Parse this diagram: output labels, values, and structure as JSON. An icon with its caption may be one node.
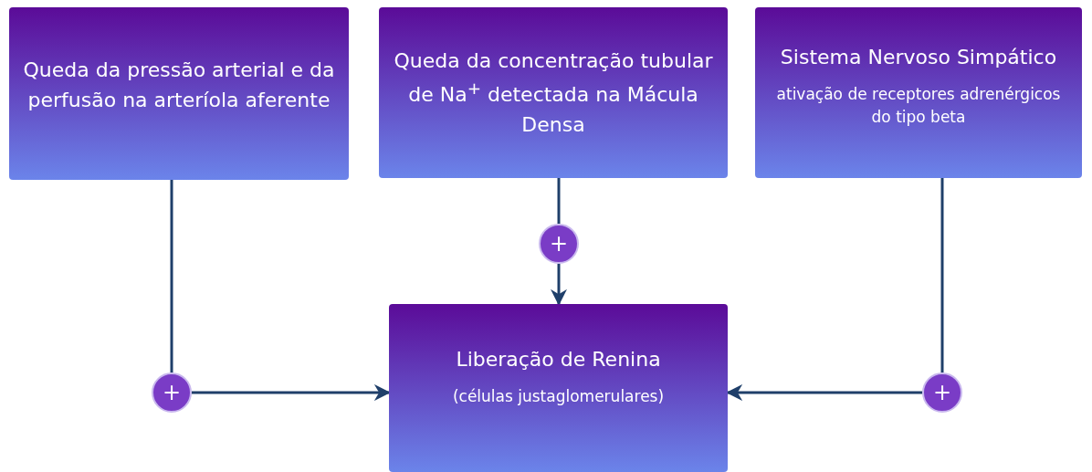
{
  "diagram": {
    "nodes": [
      {
        "text": [
          "Queda da pressão arterial e da perfusão na arteríola aferente"
        ]
      },
      {
        "text": [
          "Queda da concentração tubular de Na$^{+}$ detectada na Mácula Densa"
        ]
      },
      {
        "text": [
          "Sistema Nervoso Simpático",
          "ativação de receptores adrenérgicos do tipo beta"
        ]
      },
      {
        "text": [
          "Liberação de Renina",
          "(células justaglomerulares)"
        ]
      },
      {
        "text": [
          "+"
        ]
      },
      {
        "text": [
          "+"
        ]
      },
      {
        "text": [
          "+"
        ]
      }
    ],
    "edges": [
      {
        "from": 0,
        "to": 4,
        "arrow": "none"
      },
      {
        "from": 4,
        "to": 3,
        "arrow": "to"
      },
      {
        "from": 1,
        "to": 5,
        "arrow": "none"
      },
      {
        "from": 5,
        "to": 3,
        "arrow": "to"
      },
      {
        "from": 2,
        "to": 6,
        "arrow": "none"
      },
      {
        "from": 6,
        "to": 3,
        "arrow": "to"
      }
    ]
  }
}
